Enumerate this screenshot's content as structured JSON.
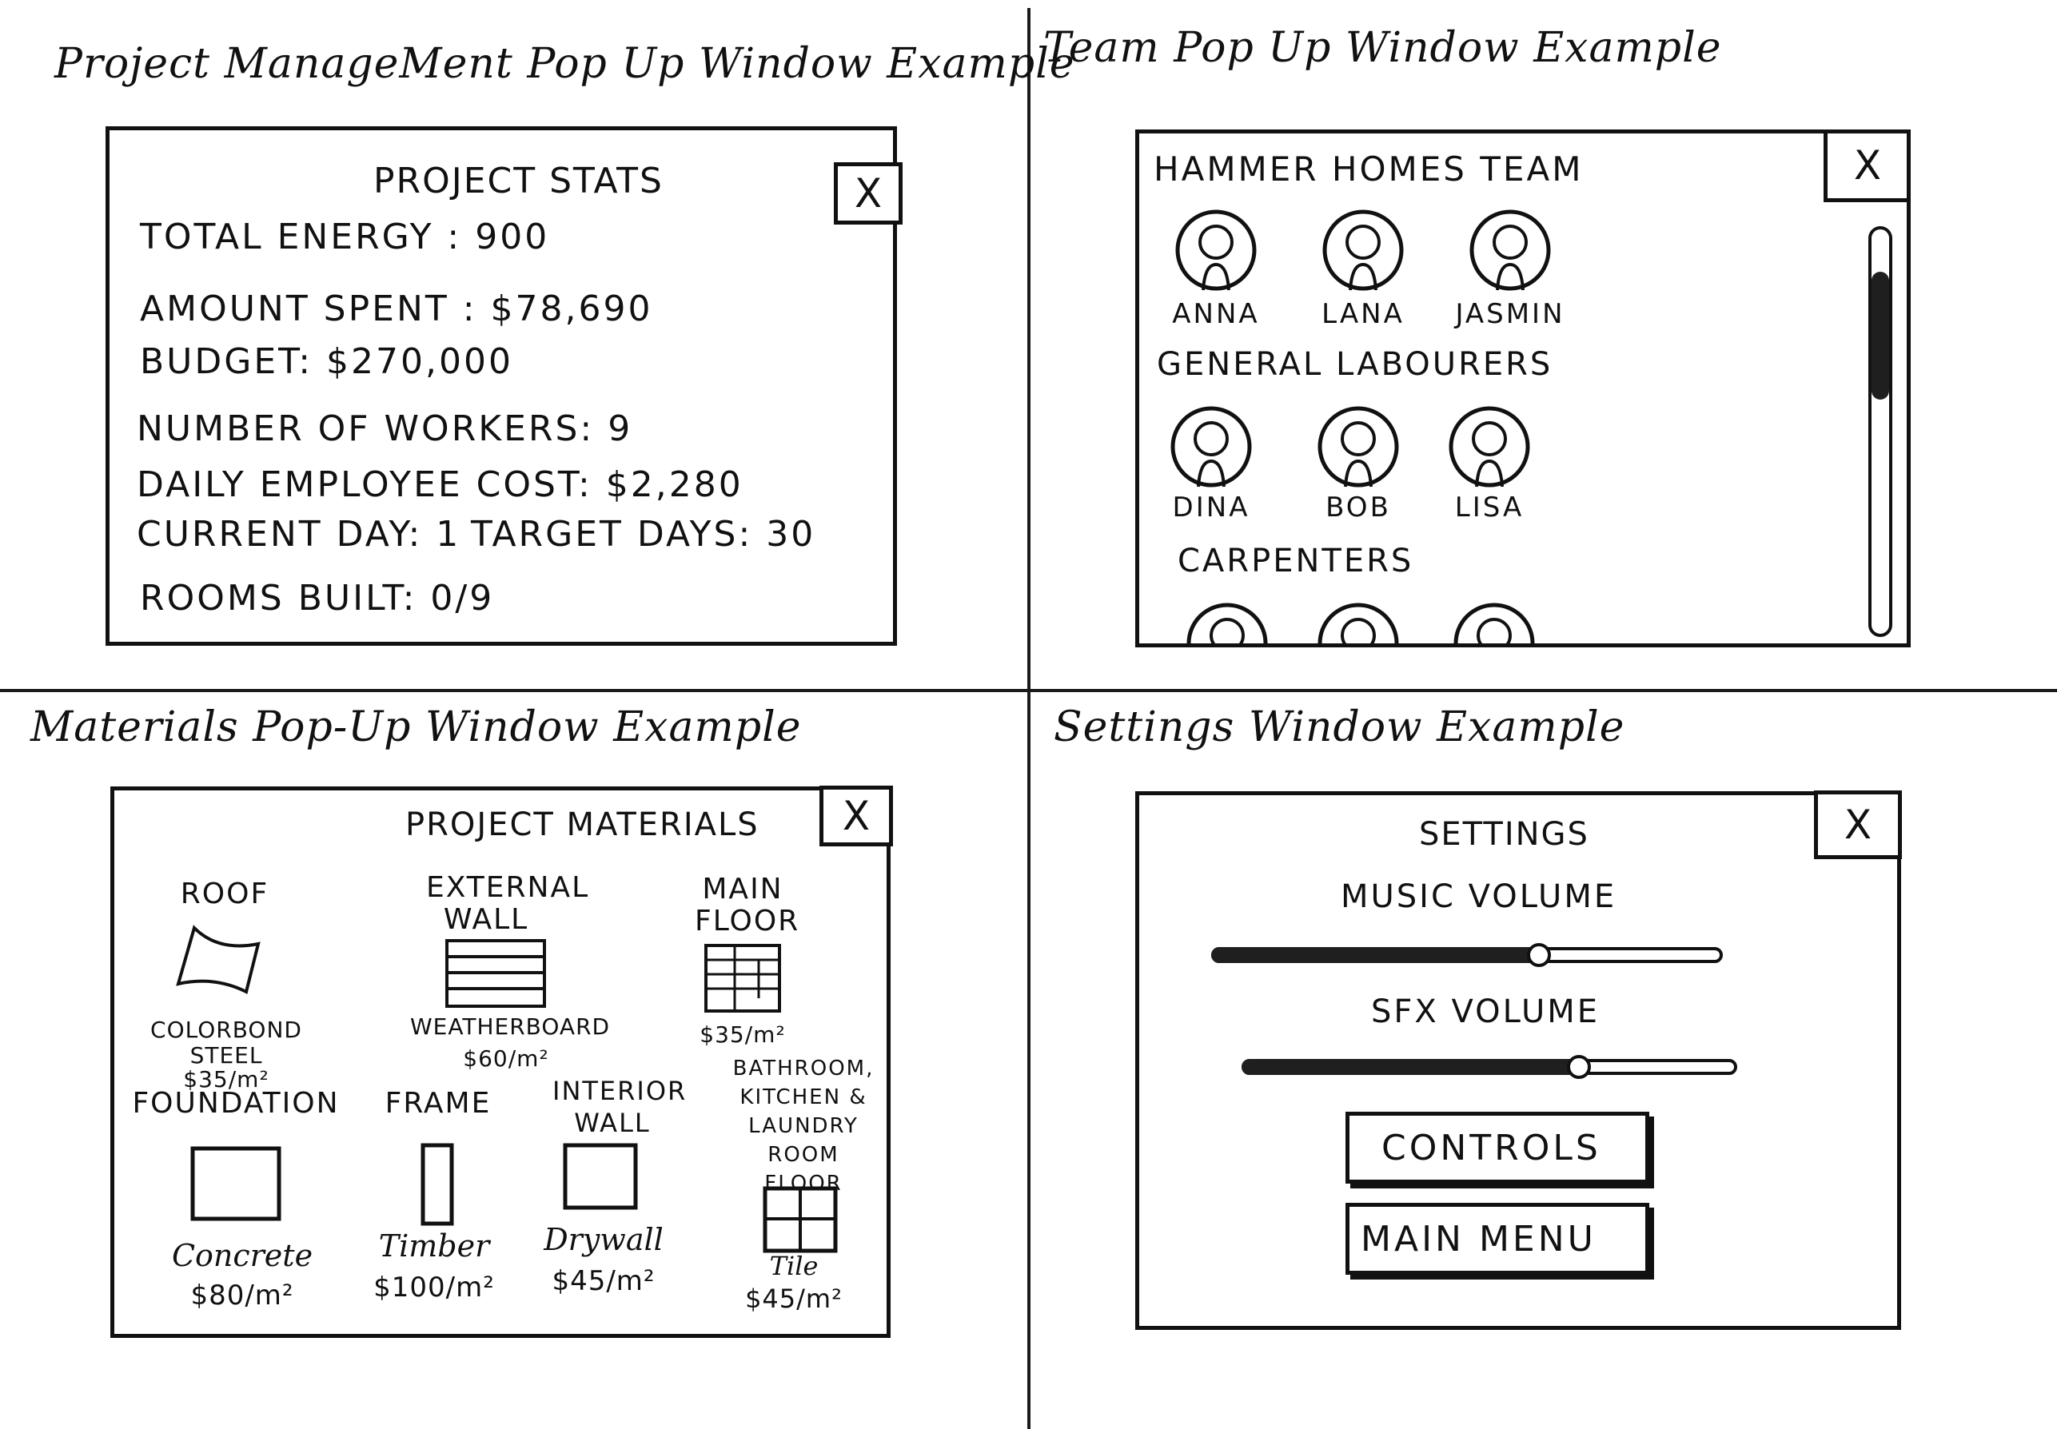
{
  "sections": {
    "project": "Project ManageMent Pop Up Window Example",
    "team": "Team Pop Up Window Example",
    "materials": "Materials Pop-Up Window Example",
    "settings": "Settings Window Example"
  },
  "close_label": "X",
  "project_stats": {
    "heading": "PROJECT STATS",
    "total_energy": "TOTAL ENERGY : 900",
    "amount_spent": "AMOUNT SPENT : $78,690",
    "budget": "BUDGET: $270,000",
    "workers": "NUMBER OF WORKERS: 9",
    "daily_cost": "DAILY EMPLOYEE COST: $2,280",
    "current_day": "CURRENT DAY: 1",
    "target_days": "TARGET DAYS: 30",
    "rooms_built": "ROOMS BUILT: 0/9"
  },
  "team": {
    "heading": "HAMMER HOMES TEAM",
    "groups": [
      {
        "label": "HAMMER HOMES TEAM",
        "members": [
          "ANNA",
          "LANA",
          "JASMIN"
        ]
      },
      {
        "label": "GENERAL LABOURERS",
        "members": [
          "DINA",
          "BOB",
          "LISA"
        ]
      },
      {
        "label": "CARPENTERS",
        "members": []
      }
    ],
    "scroll_position": 0.15
  },
  "materials": {
    "heading": "PROJECT MATERIALS",
    "items": [
      {
        "category": "ROOF",
        "material": "COLORBOND STEEL",
        "price": "$35/m²"
      },
      {
        "category": "EXTERNAL WALL",
        "material": "WEATHERBOARD",
        "price": "$60/m²"
      },
      {
        "category": "MAIN FLOOR",
        "material": "",
        "price": "$35/m²"
      },
      {
        "category": "FOUNDATION",
        "material": "Concrete",
        "price": "$80/m²"
      },
      {
        "category": "FRAME",
        "material": "Timber",
        "price": "$100/m²"
      },
      {
        "category": "INTERIOR WALL",
        "material": "Drywall",
        "price": "$45/m²"
      },
      {
        "category": "BATHROOM, KITCHEN & LAUNDRY ROOM FLOOR",
        "material": "Tile",
        "price": "$45/m²"
      }
    ]
  },
  "settings": {
    "heading": "SETTINGS",
    "music_label": "MUSIC VOLUME",
    "music_value": 0.64,
    "sfx_label": "SFX VOLUME",
    "sfx_value": 0.68,
    "controls_label": "CONTROLS",
    "main_menu_label": "MAIN MENU"
  }
}
